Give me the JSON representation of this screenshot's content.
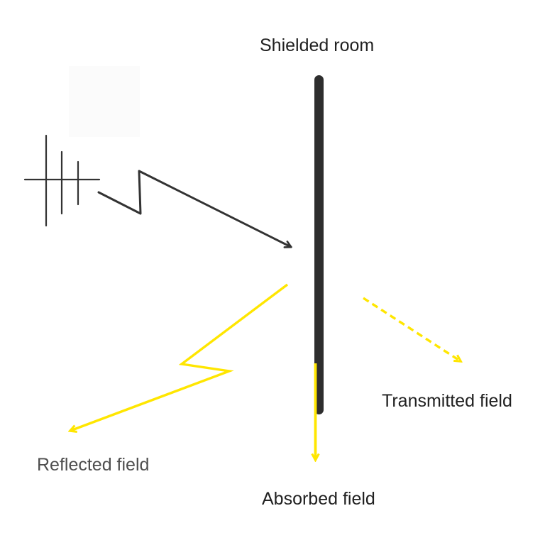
{
  "title": "Shielded room",
  "labels": {
    "reflected": "Reflected field",
    "transmitted": "Transmitted field",
    "absorbed": "Absorbed field"
  },
  "arrows": {
    "incident": {
      "style": "solid",
      "color": "#333333"
    },
    "reflected": {
      "style": "solid",
      "color": "#FFE600"
    },
    "transmitted": {
      "style": "dashed",
      "color": "#FFE600"
    },
    "absorbed": {
      "style": "solid",
      "color": "#FFE600"
    }
  },
  "icons": {
    "antenna-icon": "yagi-antenna line glyph"
  },
  "colors": {
    "background": "#FFFFFF",
    "field_yellow": "#FFE600",
    "line_dark": "#333333",
    "wall_dark": "#2E2E2E",
    "text_dark": "#212121",
    "text_gray": "#4E4E4E"
  }
}
